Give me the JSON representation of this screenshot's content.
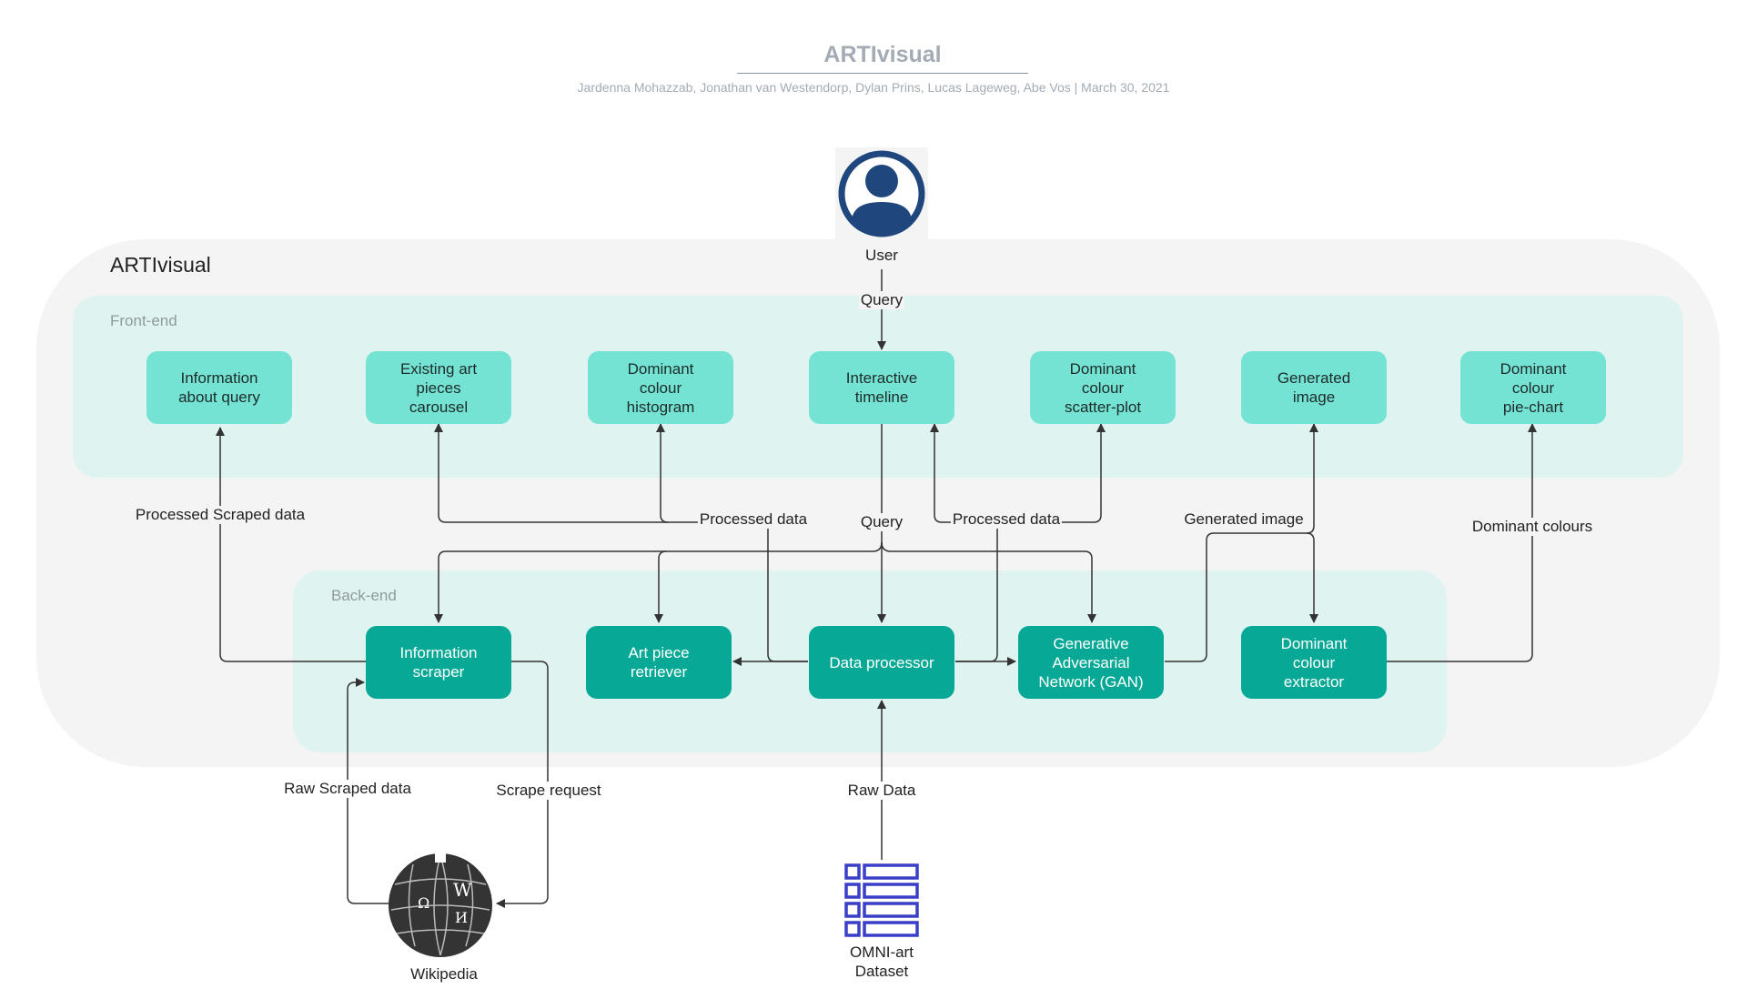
{
  "header": {
    "title": "ARTIvisual",
    "meta": "Jardenna Mohazzab, Jonathan van Westendorp, Dylan Prins, Lucas Lageweg, Abe Vos  |  March 30, 2021"
  },
  "container": {
    "title": "ARTIvisual"
  },
  "frontend": {
    "title": "Front-end",
    "nodes": [
      "Information\nabout query",
      "Existing art\npieces\ncarousel",
      "Dominant\ncolour\nhistogram",
      "Interactive\ntimeline",
      "Dominant\ncolour\nscatter-plot",
      "Generated\nimage",
      "Dominant\ncolour\npie-chart"
    ]
  },
  "backend": {
    "title": "Back-end",
    "nodes": [
      "Information\nscraper",
      "Art piece\nretriever",
      "Data processor",
      "Generative\nAdversarial\nNetwork (GAN)",
      "Dominant\ncolour\nextractor"
    ]
  },
  "actors": {
    "user": "User",
    "wikipedia": "Wikipedia",
    "dataset": "OMNI-art\nDataset"
  },
  "edges": {
    "query_top": "Query",
    "processed_scraped": "Processed Scraped data",
    "processed_left": "Processed data",
    "query_mid": "Query",
    "processed_right": "Processed data",
    "generated_image": "Generated image",
    "dominant_colours": "Dominant colours",
    "raw_scraped": "Raw Scraped data",
    "scrape_request": "Scrape request",
    "raw_data": "Raw Data"
  },
  "colors": {
    "container_bg": "#f4f4f4",
    "section_bg": "#dff4f0",
    "front_node": "#74e3d3",
    "back_node": "#07a896",
    "user_icon": "#1f477e",
    "dataset_icon": "#3a3fc7",
    "wikipedia_icon": "#333333",
    "edge": "#333333"
  },
  "icons": {
    "user": "user-avatar-icon",
    "wikipedia": "wikipedia-globe-icon",
    "dataset": "database-table-icon"
  }
}
